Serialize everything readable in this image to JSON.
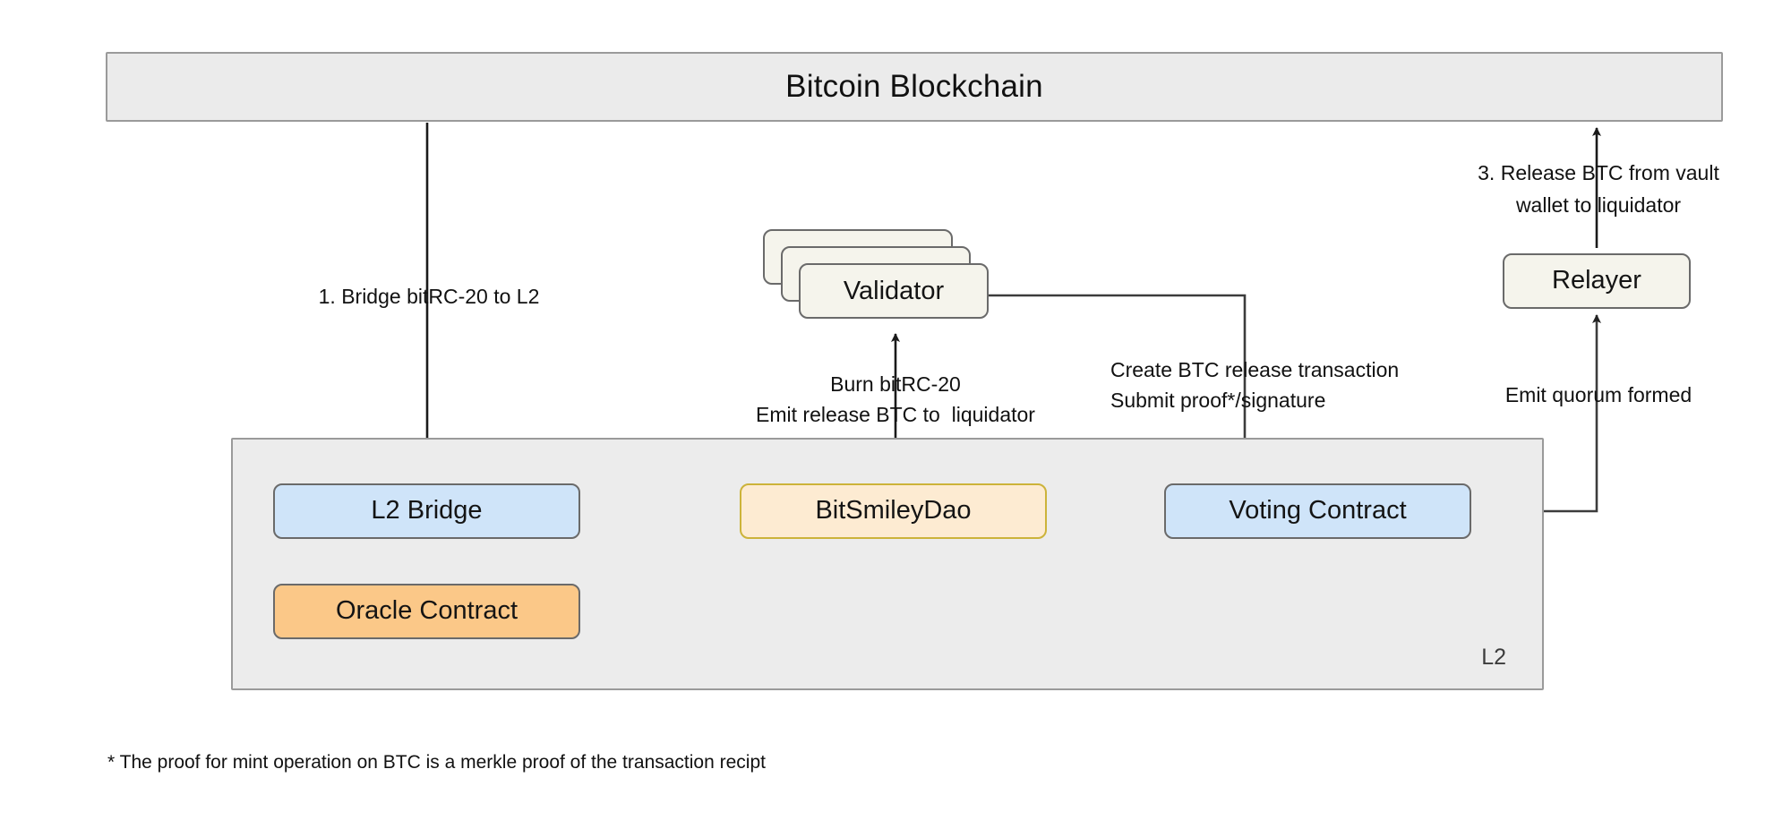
{
  "diagram": {
    "title": "BitSmiley BTC release flow",
    "bitcoin_layer": {
      "label": "Bitcoin Blockchain"
    },
    "l2_layer": {
      "tag": "L2",
      "nodes": [
        {
          "id": "l2-bridge",
          "label": "L2 Bridge",
          "color": "#cfe4f9"
        },
        {
          "id": "oracle-contract",
          "label": "Oracle Contract",
          "color": "#fbc888"
        },
        {
          "id": "bitsmiley-dao",
          "label": "BitSmileyDao",
          "color": "#fdebd2"
        },
        {
          "id": "voting-contract",
          "label": "Voting Contract",
          "color": "#cfe4f9"
        }
      ]
    },
    "offchain_nodes": [
      {
        "id": "validator",
        "label": "Validator",
        "color": "#f5f4ec",
        "stacked": true
      },
      {
        "id": "relayer",
        "label": "Relayer",
        "color": "#f5f4ec",
        "stacked": false
      }
    ],
    "edge_labels": {
      "bridge_step": "1. Bridge bitRC-20 to L2",
      "burn_line1": "Burn bitRC-20",
      "burn_line2": "Emit release BTC to  liquidator",
      "create_line1": "Create BTC release transaction",
      "create_line2": "Submit proof*/signature",
      "quorum": "Emit quorum formed",
      "release_line1": "3. Release BTC from vault",
      "release_line2": "wallet to liquidator"
    },
    "footnote": "* The proof for mint operation on BTC is a merkle proof of the transaction recipt",
    "colors": {
      "banner_fill": "#ebebeb",
      "l2_fill": "#ececec",
      "stroke": "#6a6a6a",
      "edge_stroke": "#3c3c3c",
      "blue": "#cfe4f9",
      "orange": "#fbc888",
      "peach": "#fdebd2",
      "peach_border": "#ccb33a",
      "cream": "#f5f4ec"
    }
  }
}
